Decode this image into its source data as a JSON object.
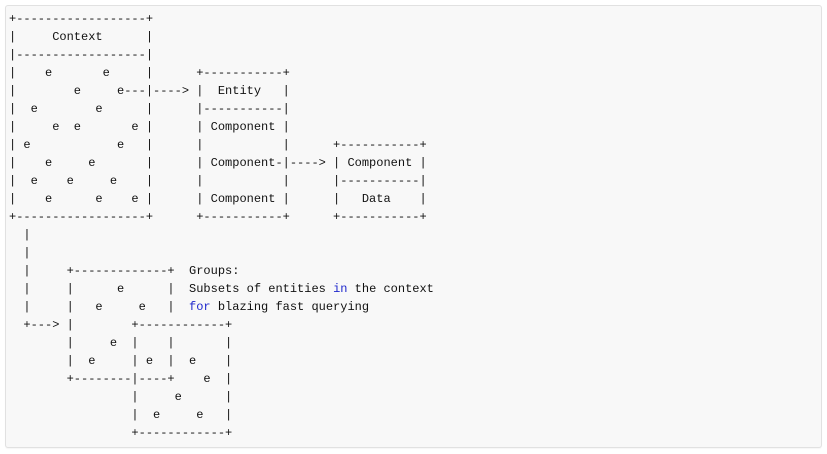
{
  "code_block": {
    "background": "#f8f8f8",
    "border_color": "#e1e1e1",
    "text_color": "#111111",
    "keyword_color": "#1f28cc",
    "diagram_subject": "ECS architecture: Context contains entities (e); Entity holds Components; Component holds Data; Groups are subsets of entities",
    "keywords_highlighted": [
      "in",
      "for"
    ],
    "lines": [
      [
        {
          "t": "+------------------+"
        }
      ],
      [
        {
          "t": "|     Context      |"
        }
      ],
      [
        {
          "t": "|------------------|"
        }
      ],
      [
        {
          "t": "|    e       e     |      +-----------+"
        }
      ],
      [
        {
          "t": "|        e     e---|----> |  Entity   |"
        }
      ],
      [
        {
          "t": "|  e        e      |      |-----------|"
        }
      ],
      [
        {
          "t": "|     e  e       e |      | Component |"
        }
      ],
      [
        {
          "t": "| e            e   |      |           |      +-----------+"
        }
      ],
      [
        {
          "t": "|    e     e       |      | Component-|----> | Component |"
        }
      ],
      [
        {
          "t": "|  e    e     e    |      |           |      |-----------|"
        }
      ],
      [
        {
          "t": "|    e      e    e |      | Component |      |   Data    |"
        }
      ],
      [
        {
          "t": "+------------------+      +-----------+      +-----------+"
        }
      ],
      [
        {
          "t": "  |"
        }
      ],
      [
        {
          "t": "  |"
        }
      ],
      [
        {
          "t": "  |     +-------------+  Groups:"
        }
      ],
      [
        {
          "t": "  |     |      e      |  Subsets of entities "
        },
        {
          "t": "in",
          "k": true
        },
        {
          "t": " the context"
        }
      ],
      [
        {
          "t": "  |     |   e     e   |  "
        },
        {
          "t": "for",
          "k": true
        },
        {
          "t": " blazing fast querying"
        }
      ],
      [
        {
          "t": "  +---> |        +------------+"
        }
      ],
      [
        {
          "t": "        |     e  |    |       |"
        }
      ],
      [
        {
          "t": "        |  e     | e  |  e    |"
        }
      ],
      [
        {
          "t": "        +--------|----+    e  |"
        }
      ],
      [
        {
          "t": "                 |     e      |"
        }
      ],
      [
        {
          "t": "                 |  e     e   |"
        }
      ],
      [
        {
          "t": "                 +------------+"
        }
      ]
    ]
  }
}
